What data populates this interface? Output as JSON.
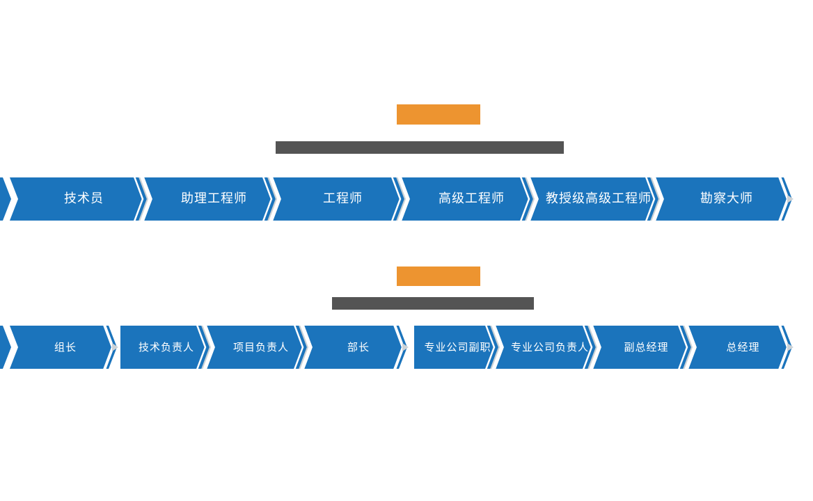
{
  "diagram": {
    "sections": [
      {
        "name": "technical-rank-path",
        "title_box": "",
        "subtitle_bar": "",
        "levels": [
          "技术员",
          "助理工程师",
          "工程师",
          "高级工程师",
          "教授级高级工程师",
          "勘察大师"
        ]
      },
      {
        "name": "management-rank-path",
        "title_box": "",
        "subtitle_bar": "",
        "levels": [
          "组长",
          "技术负责人",
          "项目负责人",
          "部长",
          "专业公司副职",
          "专业公司负责人",
          "副总经理",
          "总经理"
        ]
      }
    ]
  },
  "colors": {
    "chevron_blue": "#1b74bc",
    "title_box_orange": "#ed9430",
    "subtitle_bar_gray": "#545454",
    "label_text": "#ffffff",
    "separator_white": "#ffffff",
    "tip_shadow_gray": "#ccd2d6",
    "background": "#ffffff"
  }
}
